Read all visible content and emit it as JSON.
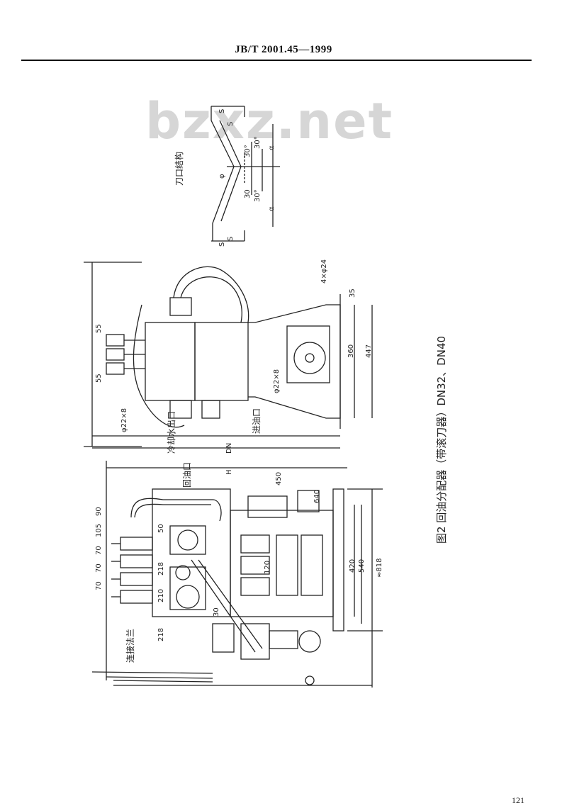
{
  "header": {
    "standard_number": "JB/T 2001.45—1999"
  },
  "watermark": "bzxz.net",
  "figure": {
    "caption": "图2 回油分配器（带滚刀器）DN32、DN40",
    "top_view_label": "刀口结构",
    "labels": {
      "water_outlet": "冷却水出口",
      "oil_inlet": "进油口",
      "return_oil": "回油口",
      "connection": "连接法兰"
    },
    "dimensions": [
      "S",
      "S",
      "30°",
      "30°",
      "30",
      "30°",
      "α",
      "α",
      "φ",
      "S",
      "S",
      "360",
      "447",
      "55",
      "55",
      "4×φ24",
      "35",
      "φ22×8",
      "φ22×8",
      "DN",
      "H",
      "450",
      "640",
      "90",
      "105",
      "70",
      "70",
      "70",
      "540",
      "420",
      "≈818",
      "218",
      "218",
      "210",
      "50",
      "30",
      "120"
    ]
  },
  "page_number": "121"
}
